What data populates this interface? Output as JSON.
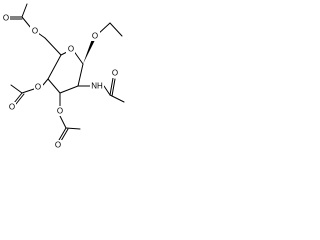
{
  "molecule": {
    "atoms": {
      "ring_oxygen": "O",
      "glycosidic_oxygen": "O",
      "acetyl_oxygen_c6": "O",
      "acetyl_oxygen_c4": "O",
      "acetyl_oxygen_c3": "O",
      "amide_nh": "NH",
      "carbonyl_oxygen_c6": "O",
      "carbonyl_oxygen_c4": "O",
      "carbonyl_oxygen_c3": "O",
      "carbonyl_oxygen_amide": "O"
    },
    "colors": {
      "bond": "#000000",
      "text": "#000000",
      "background": "#ffffff"
    }
  }
}
